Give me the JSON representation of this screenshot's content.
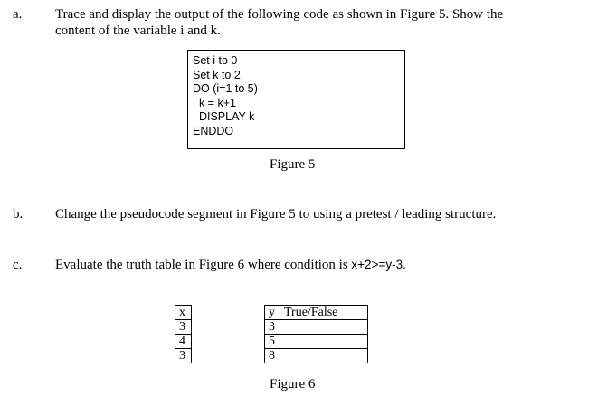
{
  "items": {
    "a": {
      "label": "a.",
      "line1": "Trace and display the output of the following code as shown in Figure 5.  Show the",
      "line2": "content of the variable i and k."
    },
    "b": {
      "label": "b.",
      "text": "Change the pseudocode segment in Figure 5 to using a pretest / leading structure."
    },
    "c": {
      "label": "c.",
      "text_before": "Evaluate the truth table in Figure 6 where condition is ",
      "condition": "x+2>=y-3."
    }
  },
  "figure5": {
    "code_lines": [
      "Set i to 0",
      "Set k to 2",
      "DO (i=1 to 5)",
      "  k = k+1",
      "  DISPLAY k",
      "ENDDO"
    ],
    "caption": "Figure 5"
  },
  "figure6": {
    "headers": {
      "x": "x",
      "y": "y",
      "result": "True/False"
    },
    "rows": [
      {
        "x": "3",
        "y": "3",
        "result": ""
      },
      {
        "x": "4",
        "y": "5",
        "result": ""
      },
      {
        "x": "3",
        "y": "8",
        "result": ""
      }
    ],
    "caption": "Figure 6"
  }
}
